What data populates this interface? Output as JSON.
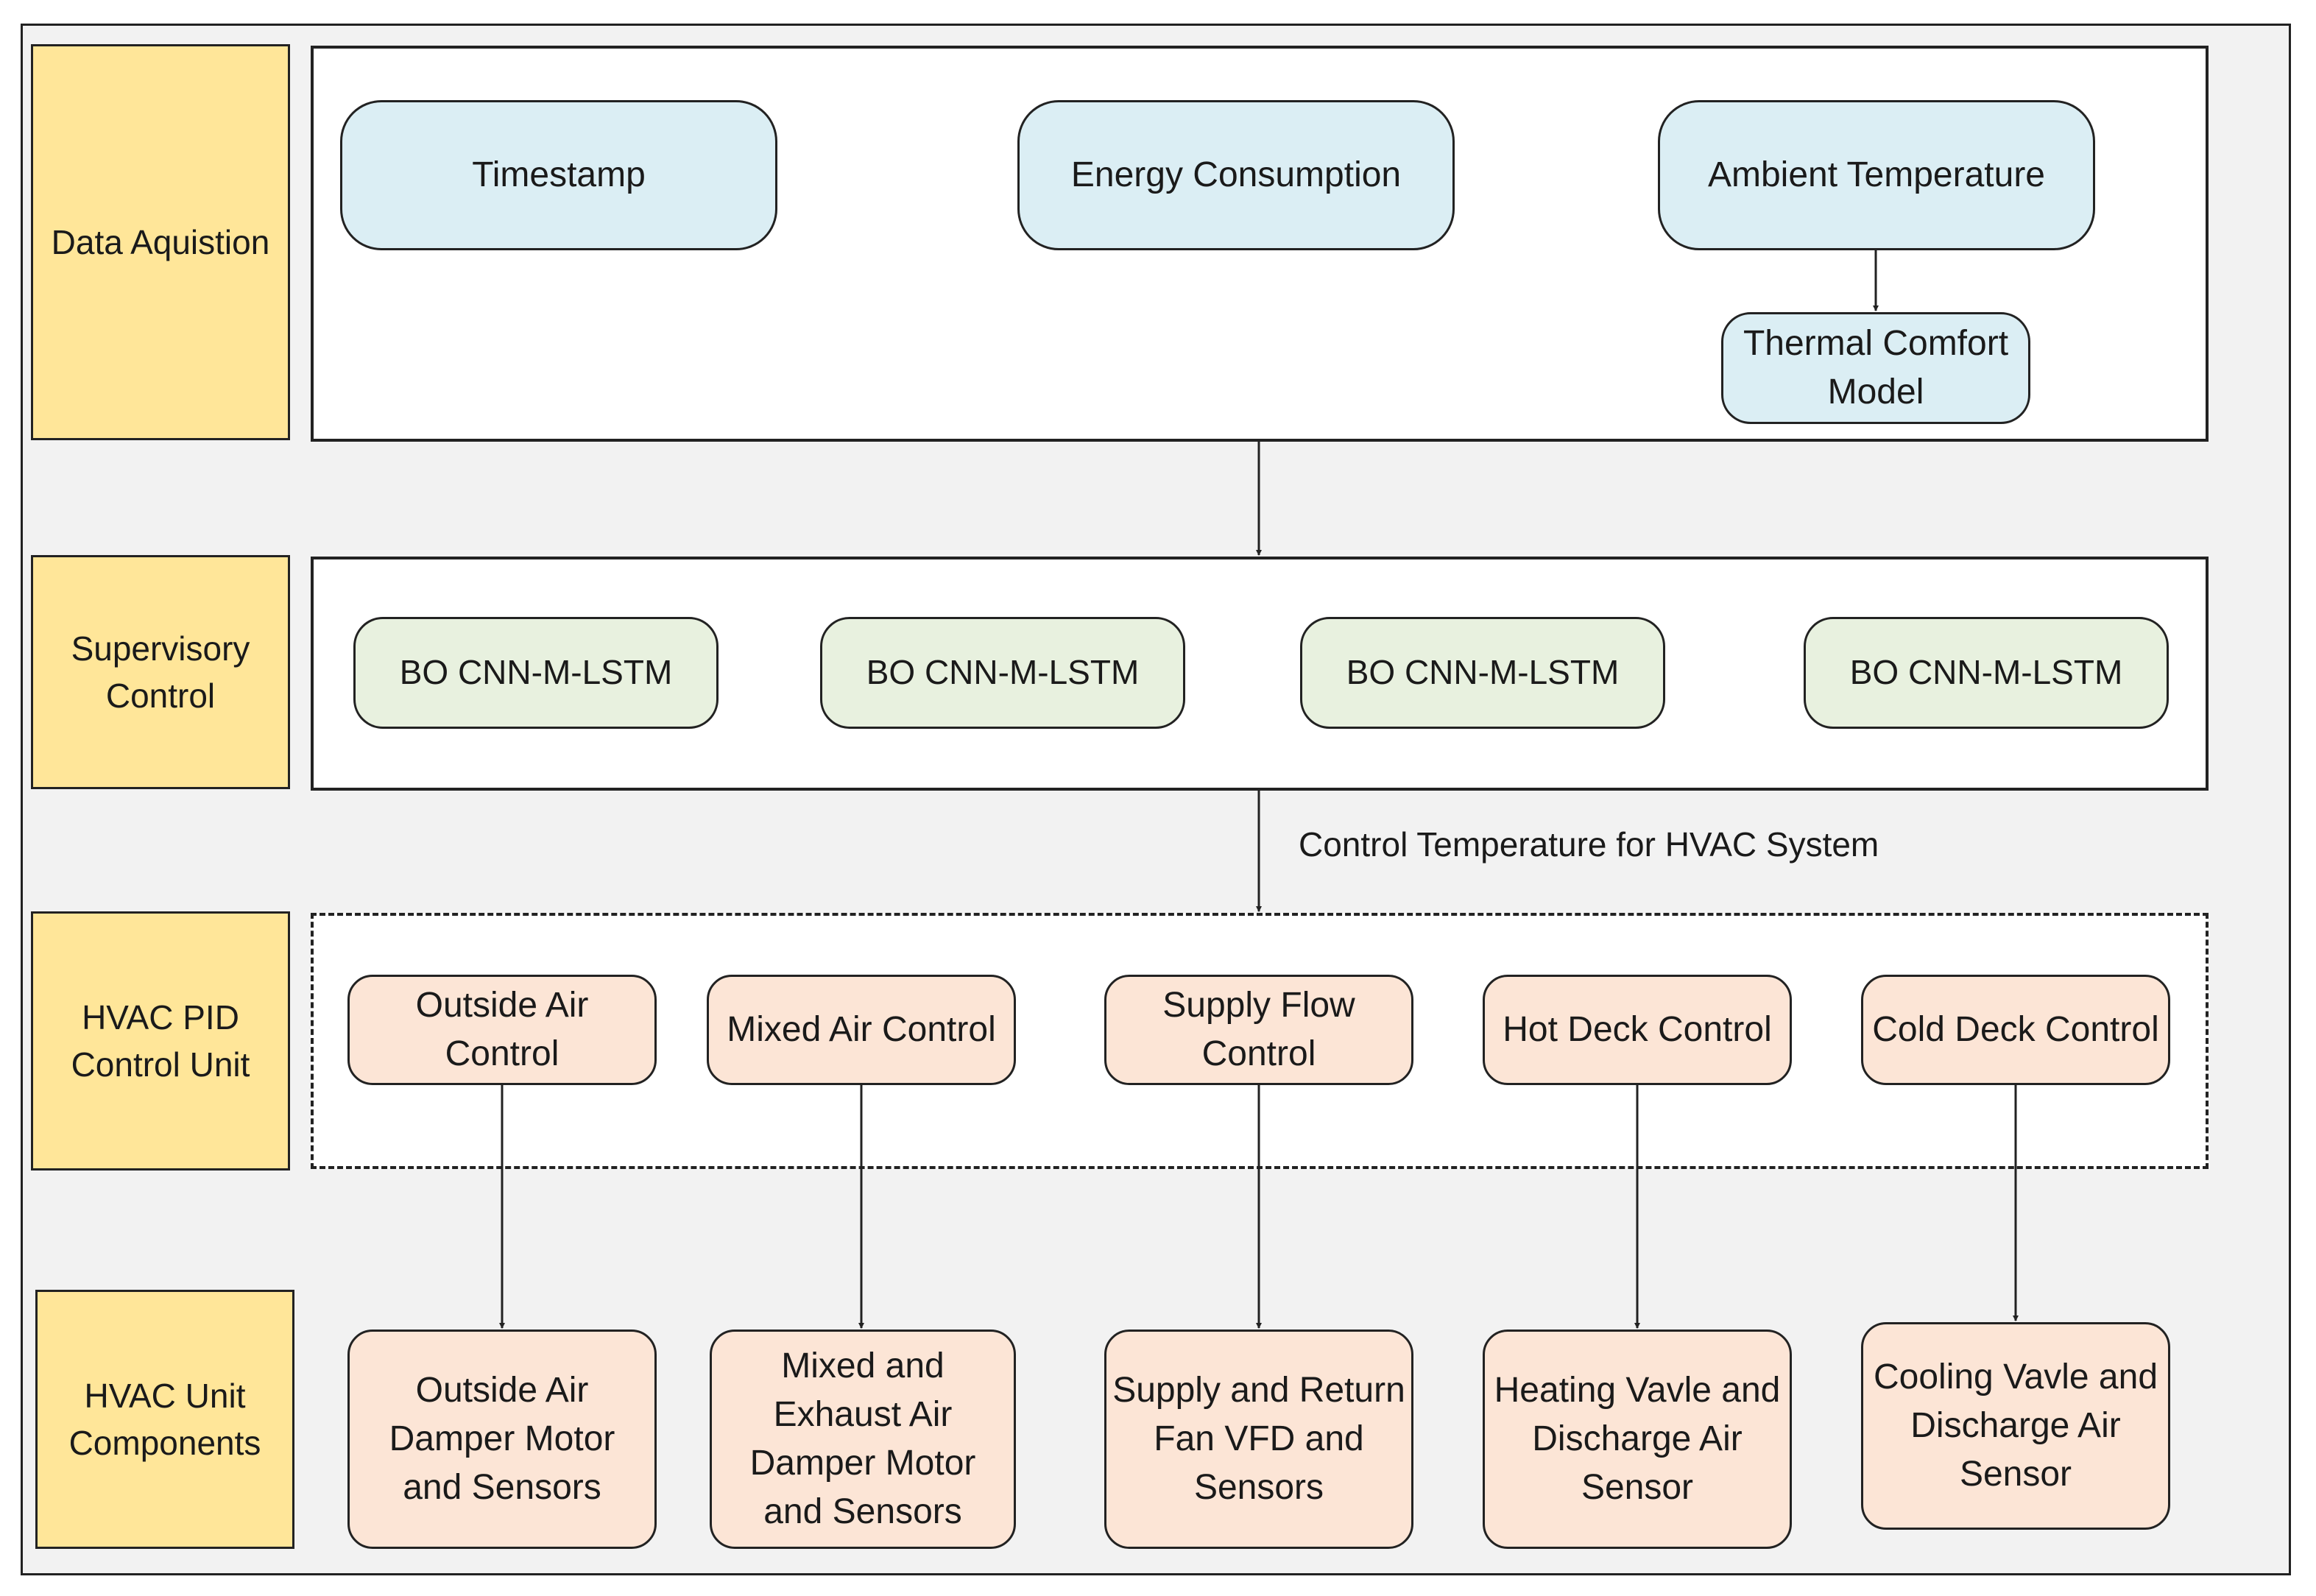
{
  "rows": {
    "data_acquisition": "Data Aquistion",
    "supervisory_control": "Supervisory\nControl",
    "hvac_pid_control_unit": "HVAC PID\nControl Unit",
    "hvac_unit_components": "HVAC Unit\nComponents"
  },
  "data_acquisition": {
    "timestamp": "Timestamp",
    "energy_consumption": "Energy Consumption",
    "ambient_temperature": "Ambient Temperature",
    "thermal_comfort_model": "Thermal Comfort\nModel"
  },
  "supervisory": {
    "models": [
      "BO CNN-M-LSTM",
      "BO CNN-M-LSTM",
      "BO CNN-M-LSTM",
      "BO CNN-M-LSTM"
    ]
  },
  "flow_label": "Control Temperature for HVAC System",
  "pid_controls": [
    "Outside Air\nControl",
    "Mixed Air Control",
    "Supply Flow\nControl",
    "Hot Deck Control",
    "Cold Deck Control"
  ],
  "unit_components": [
    "Outside Air\nDamper Motor\nand Sensors",
    "Mixed and\nExhaust Air\nDamper Motor\nand Sensors",
    "Supply and Return\nFan VFD and\nSensors",
    "Heating Vavle and\nDischarge Air\nSensor",
    "Cooling Vavle and\nDischarge Air\nSensor"
  ],
  "colors": {
    "background": "#f2f2f2",
    "row_label": "#ffe699",
    "data_node": "#dbeef4",
    "model_node": "#e8f1df",
    "control_node": "#fce5d6"
  }
}
